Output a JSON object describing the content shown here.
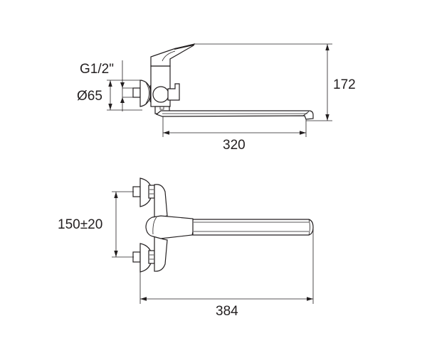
{
  "drawing": {
    "subject": "wall-mounted single-lever faucet with long swivel spout",
    "views": [
      {
        "name": "side-view",
        "dimensions": {
          "thread": "G1/2\"",
          "flange_diameter": "Ø65",
          "height": "172",
          "spout_reach": "320"
        }
      },
      {
        "name": "top-view",
        "dimensions": {
          "center_distance": "150±20",
          "total_length": "384"
        }
      }
    ],
    "colors": {
      "line": "#231f20",
      "background": "#ffffff"
    }
  }
}
